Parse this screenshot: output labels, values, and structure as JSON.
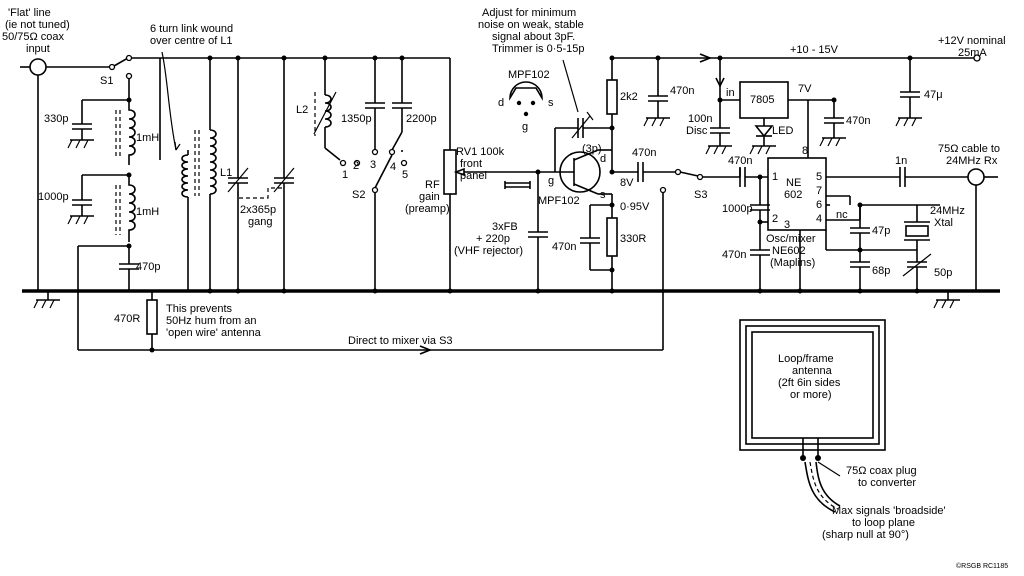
{
  "labels": {
    "flat_line": "'Flat' line",
    "not_tuned": "(ie not tuned)",
    "coax_ohms": "50/75Ω coax",
    "input": "input",
    "s1": "S1",
    "link_1": "6 turn link wound",
    "link_2": "over centre of L1",
    "c330p": "330p",
    "mh_top": "1mH",
    "c1000p_left": "1000p",
    "mh_bottom": "1mH",
    "c470p_left": "470p",
    "l1": "L1",
    "gang_1": "2x365p",
    "gang_2": "gang",
    "l2": "L2",
    "c1350p": "1350p",
    "c2200p": "2200p",
    "s2_1": "1",
    "s2_2": "2",
    "s2_3": "3",
    "s2_4": "4",
    "s2_5": "5",
    "s2": "S2",
    "rv1_1": "RV1 100k",
    "rv1_2": "front",
    "rv1_3": "panel",
    "rf_gain_1": "RF",
    "rf_gain_2": "gain",
    "rf_gain_3": "(preamp)",
    "adjust_1": "Adjust for minimum",
    "adjust_2": "noise on weak, stable",
    "adjust_3": "signal about 3pF.",
    "adjust_4": "Trimmer is 0·5-15p",
    "mpf102_pin": "MPF102",
    "pin_d": "d",
    "pin_s": "s",
    "pin_g": "g",
    "trim_3p": "(3p)",
    "fet_g": "g",
    "fet_d": "d",
    "fet_s": "s",
    "mpf102_fet": "MPF102",
    "v8": "8V",
    "v095": "0·95V",
    "c470n_src": "470n",
    "r330": "330R",
    "vhf_1": "3xFB",
    "vhf_2": "+ 220p",
    "vhf_3": "(VHF rejector)",
    "r2k2": "2k2",
    "c470n_top": "470n",
    "supply_range": "+10 - 15V",
    "supply_1": "+12V nominal",
    "supply_2": "25mA",
    "c100n_1": "100n",
    "c100n_2": "Disc",
    "in_label": "in",
    "reg_7805": "7805",
    "v7": "7V",
    "led": "LED",
    "c470n_reg": "470n",
    "c47u": "47μ",
    "c470n_drain": "470n",
    "s3_right": "S3",
    "c470n_mix": "470n",
    "c1000p_mix": "1000p",
    "c470n_mix2": "470n",
    "ne_1": "NE",
    "ne_2": "602",
    "pin8": "8",
    "pin1": "1",
    "pin2": "2",
    "pin3": "3",
    "pin5": "5",
    "pin7": "7",
    "pin6": "6",
    "pin4": "4",
    "nc": "nc",
    "osc_1": "Osc/mixer",
    "osc_2": "NE602",
    "osc_3": "(Maplins)",
    "c1n": "1n",
    "cable_1": "75Ω cable to",
    "cable_2": "24MHz Rx",
    "c47p": "47p",
    "c68p": "68p",
    "xtal_1": "24MHz",
    "xtal_2": "Xtal",
    "c50p": "50p",
    "r470": "470R",
    "hum_1": "This prevents",
    "hum_2": "50Hz hum from an",
    "hum_3": "'open wire' antenna",
    "direct": "Direct to mixer via S3",
    "loop_1": "Loop/frame",
    "loop_2": "antenna",
    "loop_3": "(2ft 6in sides",
    "loop_4": "or more)",
    "plug_1": "75Ω coax plug",
    "plug_2": "to converter",
    "max_1": "Max signals 'broadside'",
    "max_2": "to loop plane",
    "max_3": "(sharp null at 90°)",
    "credit": "©RSGB RC1185"
  }
}
